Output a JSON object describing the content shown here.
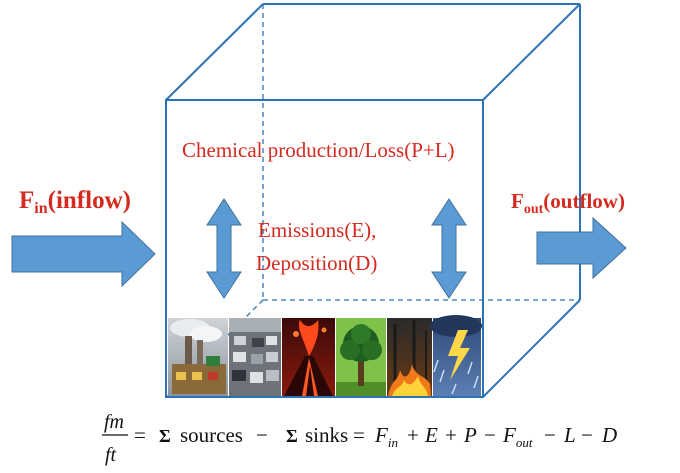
{
  "labels": {
    "chemical": "Chemical production/Loss(P+L)",
    "emissions": "Emissions(E),",
    "deposition": "Deposition(D)",
    "fin_main": "F",
    "fin_sub": "in",
    "fin_rest": "(inflow)",
    "fout_main": "F",
    "fout_sub": "out",
    "fout_rest": "(outflow)"
  },
  "equation": {
    "numerator": "fm",
    "denominator": "ft",
    "sum_symbol": "Σ",
    "sources": "sources",
    "sinks": "sinks",
    "eq_sign": "=",
    "minus": "−",
    "plus": "+",
    "F": "F",
    "in_sub": "in",
    "out_sub": "out",
    "E": "E",
    "P": "P",
    "L": "L",
    "D": "D"
  },
  "images": [
    {
      "name": "factory-smokestack-image"
    },
    {
      "name": "traffic-jam-image"
    },
    {
      "name": "volcano-eruption-image"
    },
    {
      "name": "tree-image"
    },
    {
      "name": "forest-fire-image"
    },
    {
      "name": "lightning-storm-image"
    }
  ],
  "colors": {
    "box_line": "#2b73b6",
    "arrow_fill": "#5b9bd5",
    "text_red": "#d42a1f"
  }
}
